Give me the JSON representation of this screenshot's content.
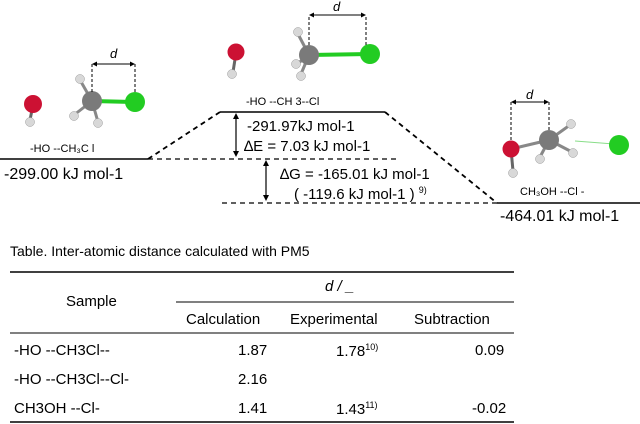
{
  "colors": {
    "oxygen": "#cc1133",
    "carbon": "#7a7a7a",
    "hydrogen": "#d8d8d8",
    "chlorine": "#22cc22",
    "line": "#000000"
  },
  "diagram": {
    "distance_symbol": "d",
    "reactant": {
      "label": "-HO --CH₃C l",
      "energy": "-299.00 kJ mol-1"
    },
    "transition": {
      "label": "-HO --CH 3--Cl",
      "energy": "-291.97kJ mol-1",
      "delta_e": "∆E = 7.03 kJ mol-1"
    },
    "delta_g": {
      "calc": "∆G = -165.01 kJ mol-1",
      "exp": "( -119.6 kJ mol-1 )",
      "ref": "9)"
    },
    "product": {
      "label": "CH₃OH --Cl -",
      "energy": "-464.01 kJ mol-1"
    }
  },
  "table": {
    "caption": "Table.  Inter-atomic distance calculated with PM5",
    "col_sample": "Sample",
    "col_group": "d / _",
    "columns": [
      "Calculation",
      "Experimental",
      "Subtraction"
    ],
    "rows": [
      {
        "sample": "-HO --CH3Cl--",
        "calculation": "1.87",
        "experimental": "1.78",
        "exp_ref": "10)",
        "subtraction": "0.09"
      },
      {
        "sample": "-HO --CH3Cl--Cl-",
        "calculation": "2.16",
        "experimental": "",
        "exp_ref": "",
        "subtraction": ""
      },
      {
        "sample": "CH3OH --Cl-",
        "calculation": "1.41",
        "experimental": "1.43",
        "exp_ref": "11)",
        "subtraction": "-0.02"
      }
    ]
  }
}
